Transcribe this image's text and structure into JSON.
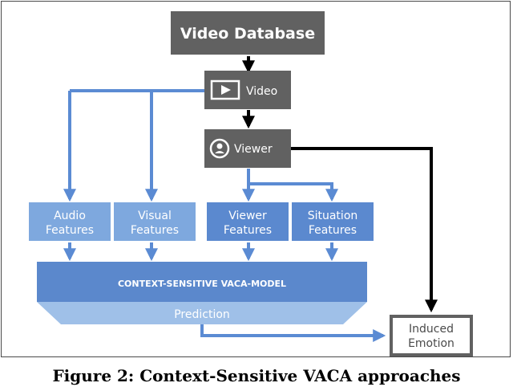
{
  "nodes": {
    "video_database": "Video Database",
    "video": "Video",
    "viewer": "Viewer",
    "audio_features": [
      "Audio",
      "Features"
    ],
    "visual_features": [
      "Visual",
      "Features"
    ],
    "viewer_features": [
      "Viewer",
      "Features"
    ],
    "situation_features": [
      "Situation",
      "Features"
    ],
    "model": "CONTEXT-SENSITIVE VACA-MODEL",
    "prediction": "Prediction",
    "induced_emotion": [
      "Induced",
      "Emotion"
    ]
  },
  "icons": {
    "video": "play-icon",
    "viewer": "person-icon"
  },
  "colors": {
    "dark_box": "#616161",
    "light_blue": "#7ea8de",
    "mid_blue": "#5b89cf",
    "model_blue": "#5b88cc",
    "prediction_blue": "#9fc0e8",
    "arrow_blue": "#5b8bd3",
    "arrow_black": "#000000"
  },
  "caption": "Figure 2: Context-Sensitive VACA approaches"
}
